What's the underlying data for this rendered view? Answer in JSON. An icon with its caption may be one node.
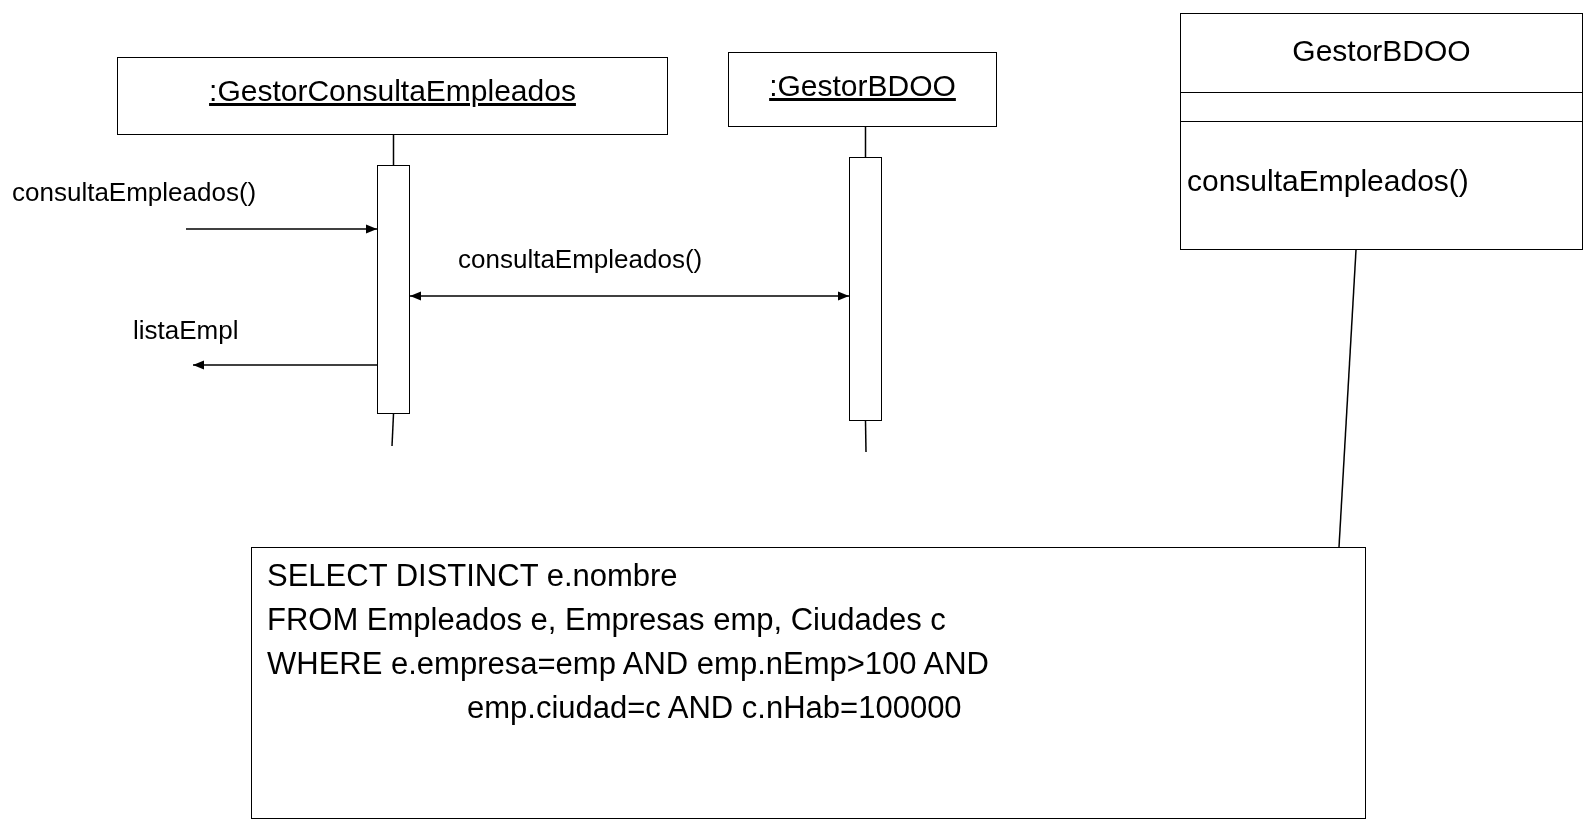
{
  "diagram": {
    "nodes": [
      {
        "text": [
          ":GestorConsultaEmpleados"
        ]
      },
      {
        "text": [
          ":GestorBDOO"
        ]
      },
      {
        "text": [],
        "shape": "bar"
      },
      {
        "text": [],
        "shape": "bar"
      },
      {
        "text": [
          "GestorBDOO",
          "consultaEmpleados()"
        ]
      },
      {
        "text": [
          "SELECT DISTINCT e.nombre",
          "FROM Empleados e, Empresas emp, Ciudades c",
          "WHERE e.empresa=emp AND emp.nEmp>100 AND emp.ciudad=c AND c.nHab=100000"
        ]
      }
    ],
    "edges": [
      {
        "from": 0,
        "to": 2,
        "arrow": "none"
      },
      {
        "from": 2,
        "to": null,
        "arrow": "none"
      },
      {
        "from": 1,
        "to": 3,
        "arrow": "none"
      },
      {
        "from": 3,
        "to": null,
        "arrow": "none"
      },
      {
        "from": null,
        "to": 2,
        "arrow": "to",
        "label": "consultaEmpleados()"
      },
      {
        "from": 2,
        "to": 3,
        "arrow": "both",
        "label": "consultaEmpleados()"
      },
      {
        "from": 2,
        "to": null,
        "arrow": "to",
        "label": "listaEmpl"
      },
      {
        "from": 5,
        "to": 4,
        "arrow": "none"
      }
    ]
  }
}
